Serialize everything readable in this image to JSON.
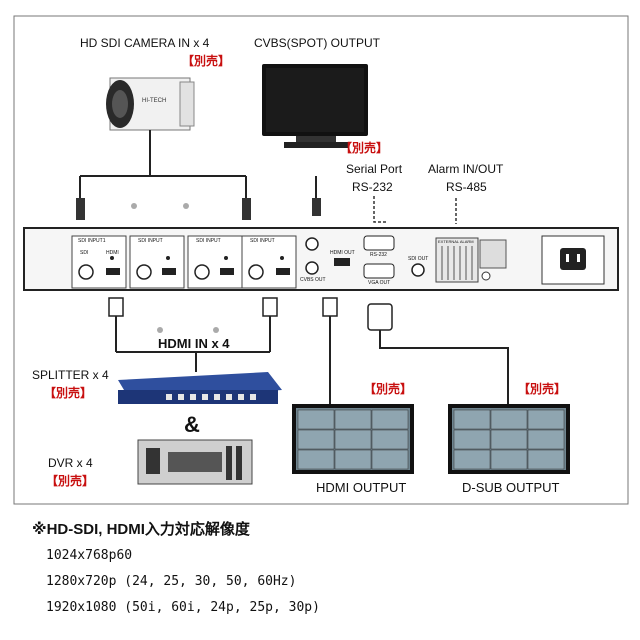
{
  "devices": {
    "camera": {
      "label": "HD SDI CAMERA IN x 4",
      "tag": "【別売】"
    },
    "spot_monitor": {
      "label": "CVBS(SPOT) OUTPUT",
      "tag": "【別売】"
    },
    "serial": {
      "label1": "Serial Port",
      "label2": "RS-232"
    },
    "alarm": {
      "label1": "Alarm IN/OUT",
      "label2": "RS-485"
    },
    "hdmi_in": {
      "label": "HDMI IN x 4"
    },
    "splitter": {
      "label": "SPLITTER x 4",
      "tag": "【別売】"
    },
    "amp": "&",
    "dvr": {
      "label": "DVR x 4",
      "tag": "【別売】"
    },
    "hdmi_out": {
      "label": "HDMI OUTPUT",
      "tag": "【別売】"
    },
    "dsub_out": {
      "label": "D-SUB OUTPUT",
      "tag": "【別売】"
    }
  },
  "panel": {
    "inputs": [
      "SDI INPUT1",
      "SDI INPUT",
      "SDI INPUT",
      "SDI INPUT"
    ],
    "port_sdi": "SDI",
    "port_hdmi": "HDMI",
    "cvbs_out": "CVBS OUT",
    "hdmi_out": "HDMI OUT",
    "rs232": "RS-232",
    "vga_out": "VGA OUT",
    "sdi_out": "SDI OUT",
    "alarm_block": "EXTERNAL ALARM"
  },
  "notes": {
    "title": "※HD-SDI, HDMI入力対応解像度",
    "lines": [
      "1024x768p60",
      "1280x720p (24, 25, 30, 50, 60Hz)",
      "1920x1080 (50i, 60i, 24p, 25p, 30p)"
    ]
  }
}
